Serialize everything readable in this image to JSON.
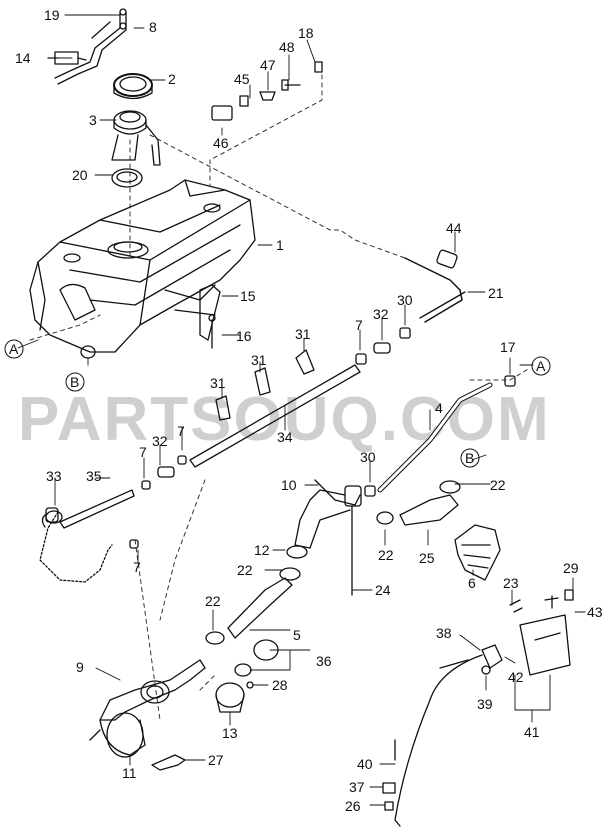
{
  "diagram": {
    "watermark": "PARTSOUQ.COM",
    "ref_letters": [
      "A",
      "B"
    ],
    "part_labels": [
      "1",
      "2",
      "3",
      "4",
      "5",
      "6",
      "7",
      "8",
      "9",
      "10",
      "11",
      "12",
      "13",
      "14",
      "15",
      "16",
      "17",
      "18",
      "19",
      "20",
      "21",
      "22",
      "23",
      "24",
      "25",
      "26",
      "27",
      "28",
      "29",
      "30",
      "31",
      "32",
      "33",
      "34",
      "35",
      "36",
      "37",
      "38",
      "39",
      "40",
      "41",
      "42",
      "43",
      "44",
      "45",
      "46",
      "47",
      "48"
    ],
    "colors": {
      "line": "#111111",
      "dash": "#333333",
      "watermark": "#cfcfcf"
    }
  }
}
